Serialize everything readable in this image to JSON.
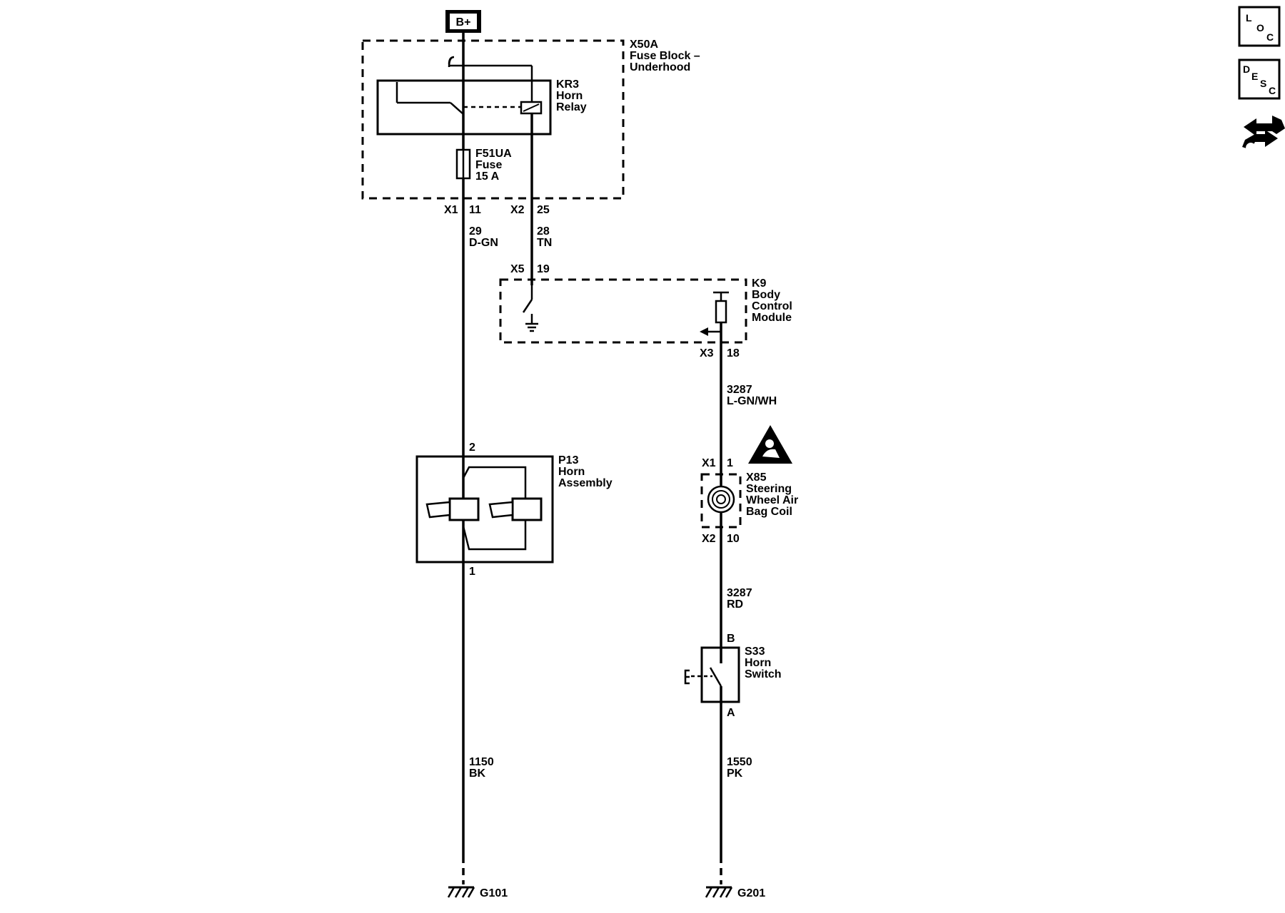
{
  "power": {
    "label": "B+"
  },
  "fuse_block": {
    "id": "X50A",
    "name_line1": "Fuse Block –",
    "name_line2": "Underhood"
  },
  "relay": {
    "id": "KR3",
    "line1": "Horn",
    "line2": "Relay"
  },
  "fuse": {
    "id": "F51UA",
    "line1": "Fuse",
    "line2": "15 A"
  },
  "connectors": {
    "x1": "X1",
    "pin11": "11",
    "x2": "X2",
    "pin25": "25",
    "x5": "X5",
    "pin19": "19",
    "x3": "X3",
    "pin18": "18",
    "p13_pin2": "2",
    "p13_pin1": "1",
    "x85_x1": "X1",
    "x85_pin1": "1",
    "x85_x2": "X2",
    "x85_pin10": "10",
    "s33_b": "B",
    "s33_a": "A"
  },
  "wires": {
    "w29": {
      "circuit": "29",
      "color": "D-GN"
    },
    "w28": {
      "circuit": "28",
      "color": "TN"
    },
    "w3287a": {
      "circuit": "3287",
      "color": "L-GN/WH"
    },
    "w3287b": {
      "circuit": "3287",
      "color": "RD"
    },
    "w1150": {
      "circuit": "1150",
      "color": "BK"
    },
    "w1550": {
      "circuit": "1550",
      "color": "PK"
    }
  },
  "bcm": {
    "id": "K9",
    "line1": "Body",
    "line2": "Control",
    "line3": "Module"
  },
  "horn": {
    "id": "P13",
    "line1": "Horn",
    "line2": "Assembly"
  },
  "coil": {
    "id": "X85",
    "line1": "Steering",
    "line2": "Wheel Air",
    "line3": "Bag Coil"
  },
  "switch": {
    "id": "S33",
    "line1": "Horn",
    "line2": "Switch"
  },
  "grounds": {
    "g1": "G101",
    "g2": "G201"
  },
  "side_icons": {
    "loc": {
      "l1": "L",
      "l2": "O",
      "l3": "C"
    },
    "desc": {
      "l1": "D",
      "l2": "E",
      "l3": "S",
      "l4": "C"
    },
    "nav": "wrench-arrows-icon"
  }
}
